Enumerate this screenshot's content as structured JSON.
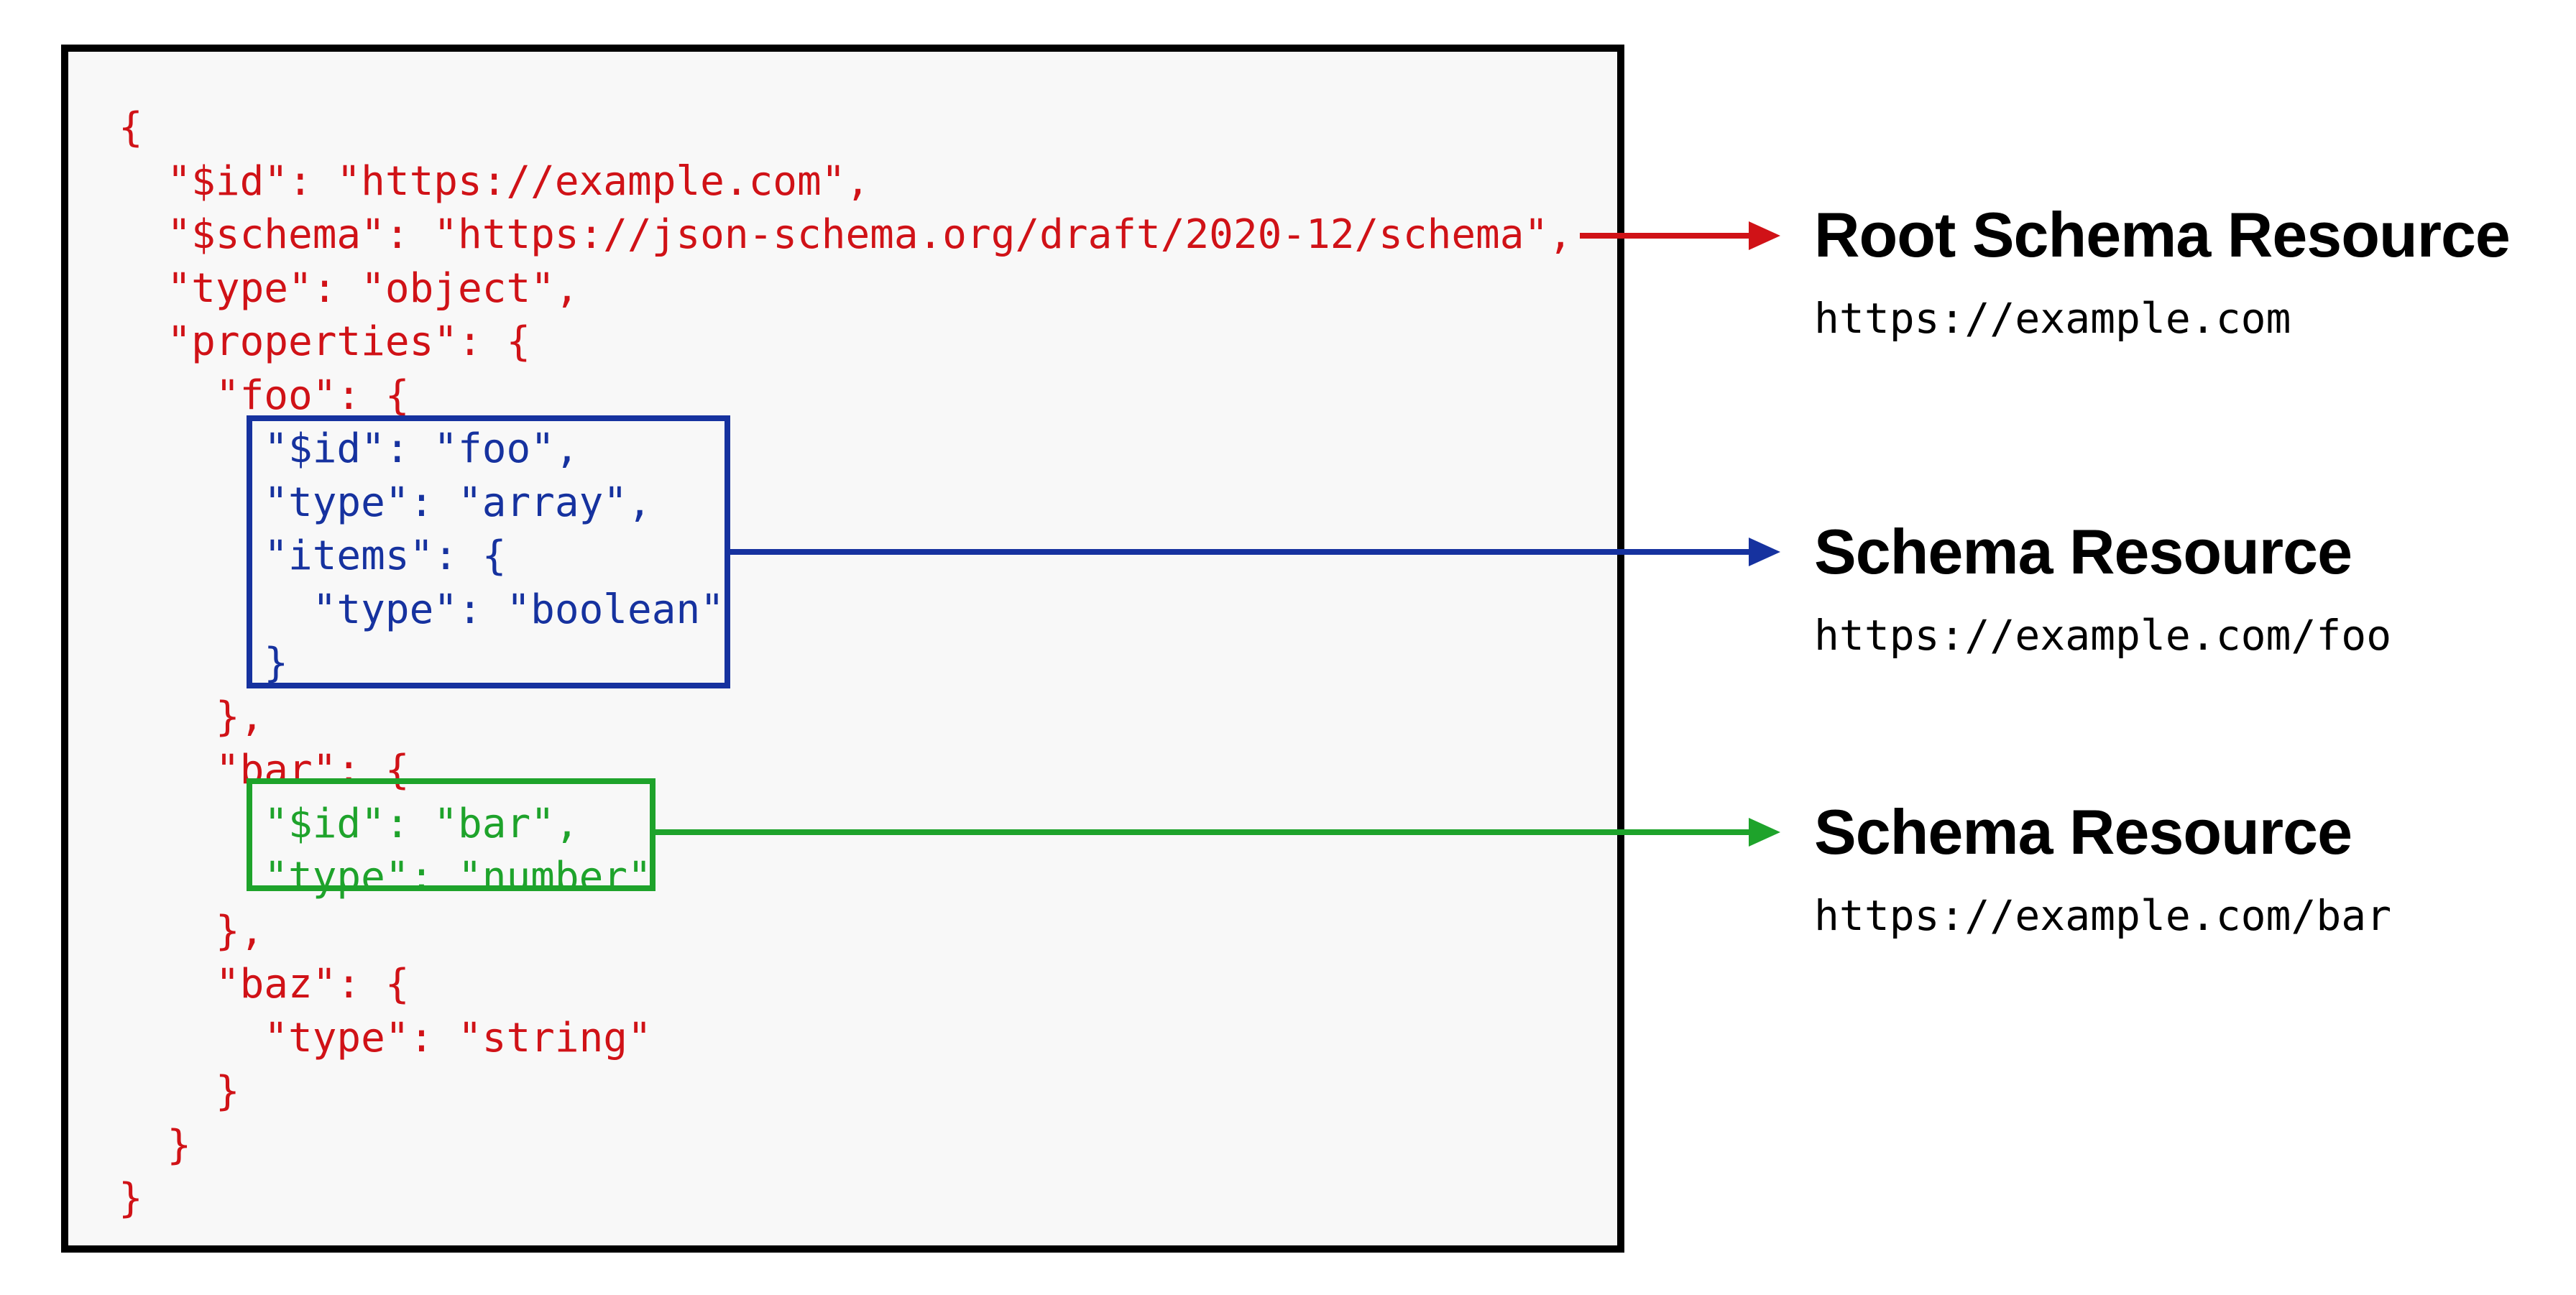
{
  "colors": {
    "red": "#d01217",
    "blue": "#16329f",
    "green": "#1ea32b",
    "panel_bg": "#f8f8f8",
    "panel_border": "#000000",
    "heading": "#000000"
  },
  "code": {
    "language": "json-schema",
    "lines": [
      {
        "text": "{",
        "color": "red"
      },
      {
        "text": "  \"$id\": \"https://example.com\",",
        "color": "red"
      },
      {
        "text": "  \"$schema\": \"https://json-schema.org/draft/2020-12/schema\",",
        "color": "red"
      },
      {
        "text": "  \"type\": \"object\",",
        "color": "red"
      },
      {
        "text": "  \"properties\": {",
        "color": "red"
      },
      {
        "text": "    \"foo\": {",
        "color": "red"
      },
      {
        "text": "      \"$id\": \"foo\",",
        "color": "blue"
      },
      {
        "text": "      \"type\": \"array\",",
        "color": "blue"
      },
      {
        "text": "      \"items\": {",
        "color": "blue"
      },
      {
        "text": "        \"type\": \"boolean\"",
        "color": "blue"
      },
      {
        "text": "      }",
        "color": "blue"
      },
      {
        "text": "    },",
        "color": "red"
      },
      {
        "text": "    \"bar\": {",
        "color": "red"
      },
      {
        "text": "      \"$id\": \"bar\",",
        "color": "green"
      },
      {
        "text": "      \"type\": \"number\"",
        "color": "green"
      },
      {
        "text": "    },",
        "color": "red"
      },
      {
        "text": "    \"baz\": {",
        "color": "red"
      },
      {
        "text": "      \"type\": \"string\"",
        "color": "red"
      },
      {
        "text": "    }",
        "color": "red"
      },
      {
        "text": "  }",
        "color": "red"
      },
      {
        "text": "}",
        "color": "red"
      }
    ]
  },
  "annotations": [
    {
      "title": "Root Schema Resource",
      "url": "https://example.com",
      "color": "red"
    },
    {
      "title": "Schema Resource",
      "url": "https://example.com/foo",
      "color": "blue"
    },
    {
      "title": "Schema Resource",
      "url": "https://example.com/bar",
      "color": "green"
    }
  ]
}
